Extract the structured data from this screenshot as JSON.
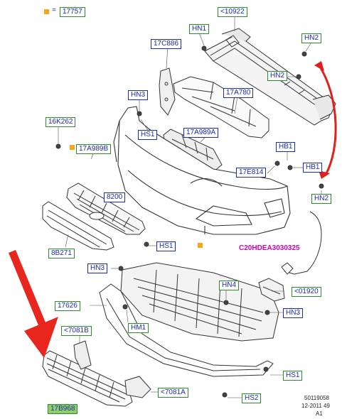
{
  "labels": {
    "l_17757": "17757",
    "l_10922": "<10922",
    "l_HN1": "HN1",
    "l_HN2a": "HN2",
    "l_17C886": "17C886",
    "l_HN2b": "HN2",
    "l_HN3a": "HN3",
    "l_17A780": "17A780",
    "l_16K262": "16K262",
    "l_HS1a": "HS1",
    "l_17A989A": "17A989A",
    "l_17A989B": "17A989B",
    "l_HB1a": "HB1",
    "l_17E814": "17E814",
    "l_HB1b": "HB1",
    "l_8200": "8200",
    "l_HN2c": "HN2",
    "l_8B271": "8B271",
    "l_HS1b": "HS1",
    "l_C20": "C20HDEA3030325",
    "l_HN3b": "HN3",
    "l_HN4": "HN4",
    "l_01920": "<01920",
    "l_17626": "17626",
    "l_HN3c": "HN3",
    "l_7081B": "<7081B",
    "l_HM1": "HM1",
    "l_HS1c": "HS1",
    "l_7081A": "<7081A",
    "l_HS2": "HS2",
    "l_17B968": "17B968"
  },
  "legend_equals": "=",
  "footer": {
    "line1": "50119058",
    "line2": "12-2011 49",
    "line3": "A1"
  },
  "colors": {
    "blue_label": "#1a2ea8",
    "green_border": "#2e8a2e",
    "highlight_fill": "#8fcf6a",
    "magenta_text": "#d000b8",
    "orange_marker": "#f2a81c",
    "red_arrow": "#e0201a"
  }
}
